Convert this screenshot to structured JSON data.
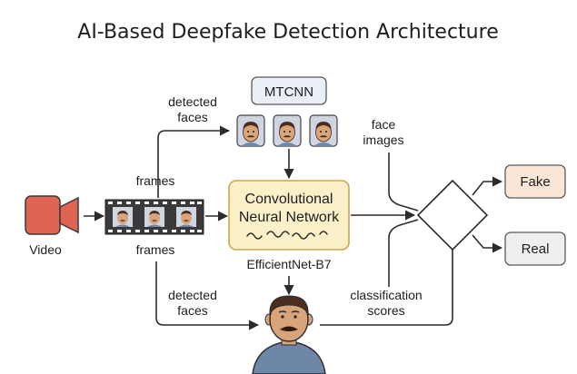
{
  "title": "AI-Based Deepfake Detection Architecture",
  "nodes": {
    "video": "Video",
    "mtcnn": "MTCNN",
    "cnn_line1": "Convolutional",
    "cnn_line2": "Neural Network",
    "efficientnet": "EfficientNet-B7",
    "fake": "Fake",
    "real": "Real"
  },
  "edge_labels": {
    "frames_top": "frames",
    "frames_bottom": "frames",
    "detected_faces_top_1": "detected",
    "detected_faces_top_2": "faces",
    "detected_faces_bottom_1": "detected",
    "detected_faces_bottom_2": "faces",
    "face_images_1": "face",
    "face_images_2": "images",
    "classification_scores_1": "classification",
    "classification_scores_2": "scores"
  },
  "colors": {
    "camera": "#e06452",
    "cnn_fill": "#fbf0c8",
    "cnn_border": "#c9a74e",
    "fake_fill": "#fbe6d6",
    "real_fill": "#efefef",
    "mtcnn_fill": "#e9eef7",
    "skin": "#d9a47a",
    "hair": "#4a2f20"
  },
  "icons": [
    "video-camera-icon",
    "film-strip-icon",
    "face-thumbnail-icon",
    "person-face-icon",
    "decision-diamond-icon",
    "wave-icon"
  ]
}
